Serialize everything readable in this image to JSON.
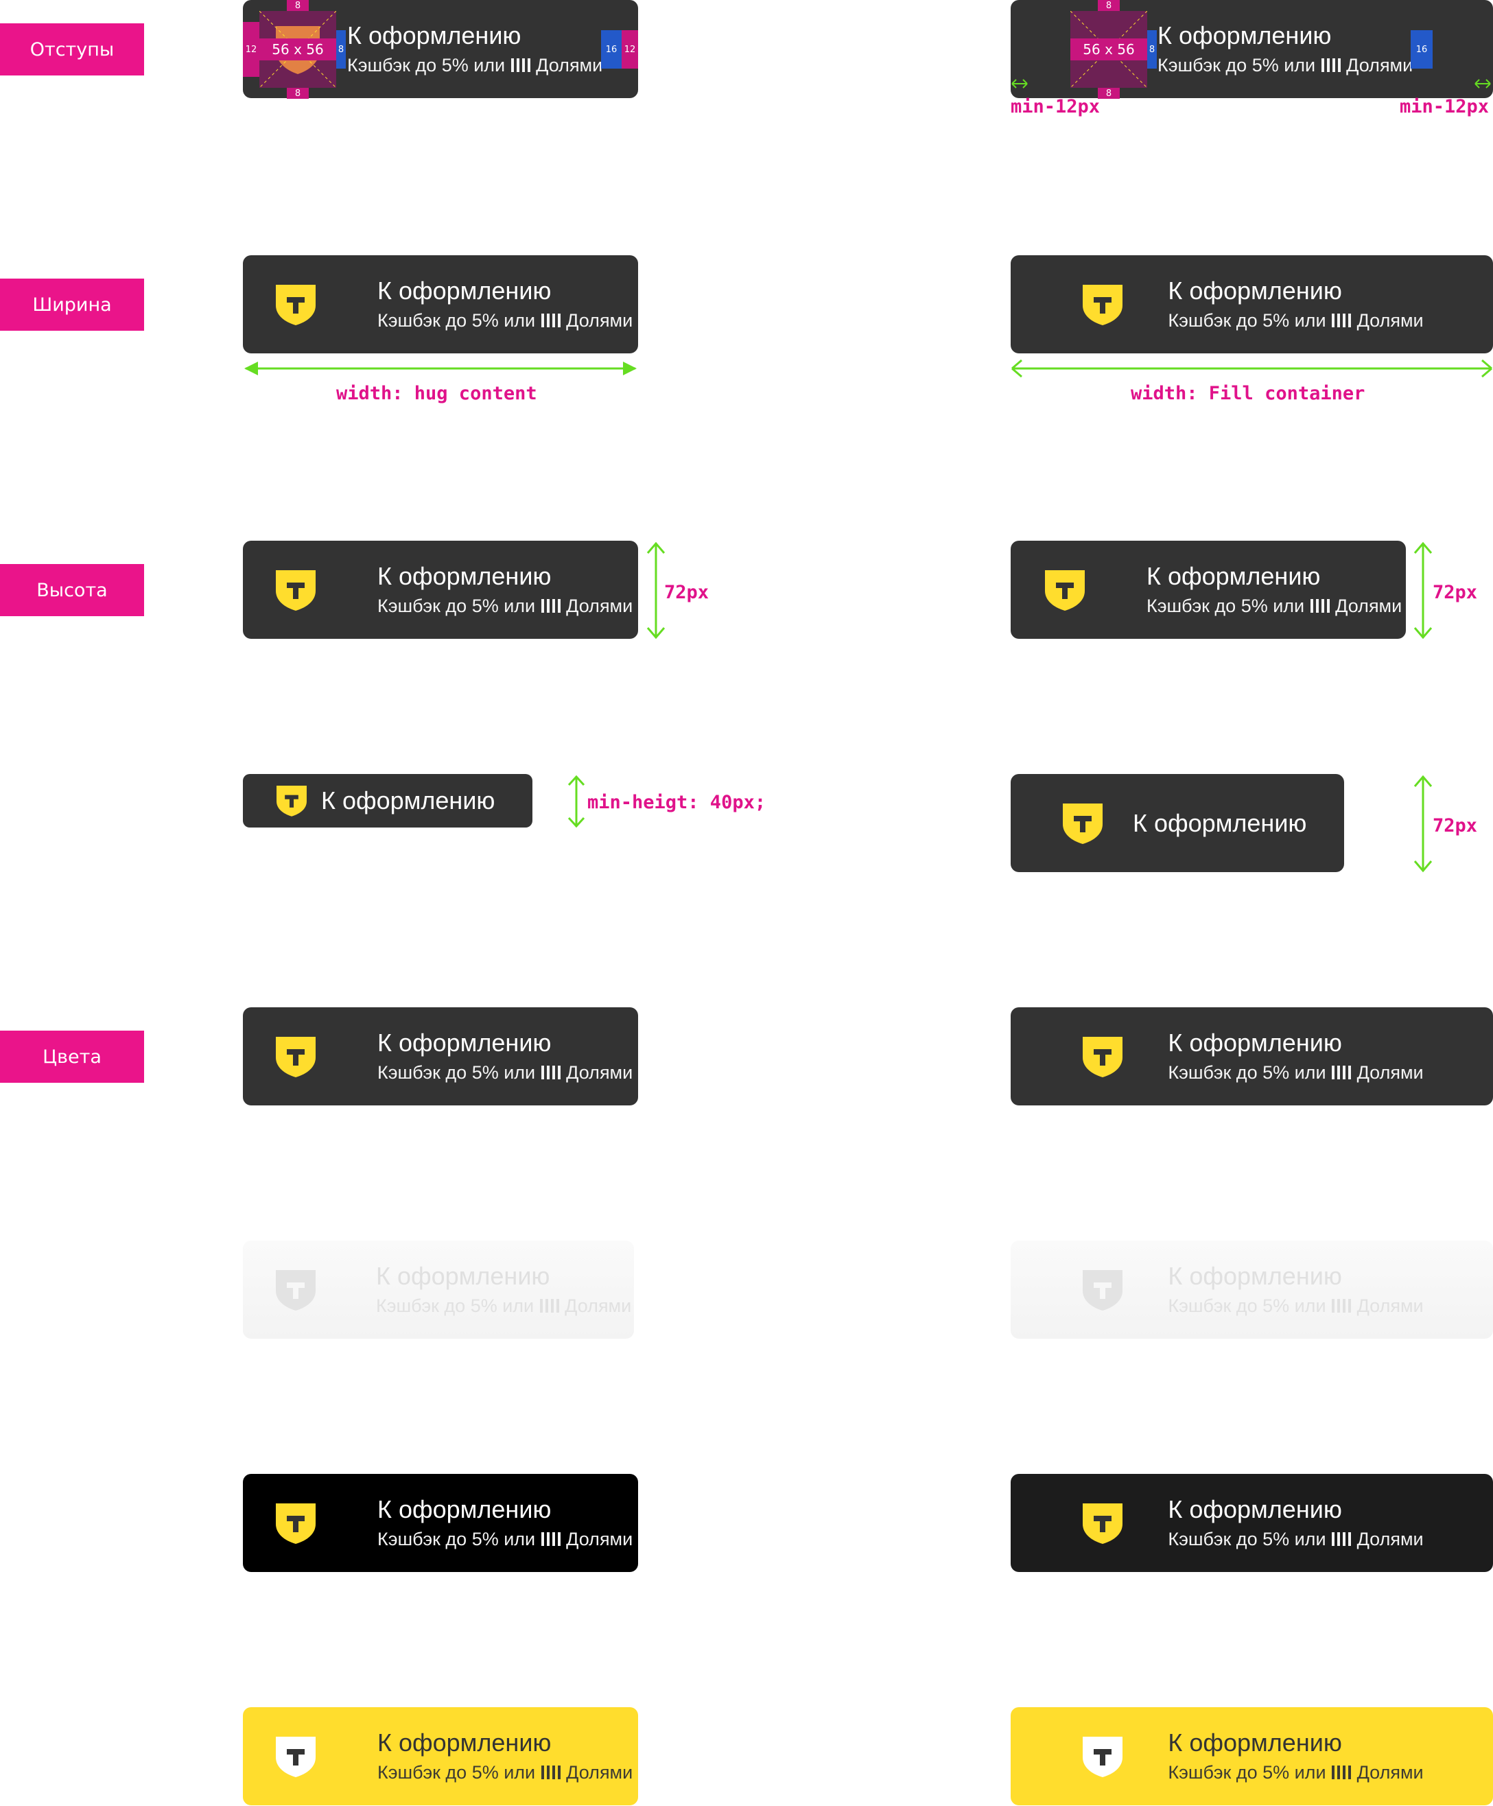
{
  "sections": {
    "padding": "Отступы",
    "width": "Ширина",
    "height": "Высота",
    "colors": "Цвета"
  },
  "button": {
    "title": "К оформлению",
    "subtitle": "Кэшбэк до 5% или",
    "subtitle_suffix": "Долями",
    "logo_letter": "Т"
  },
  "annotations": {
    "pad_left": "12",
    "pad_right": "12",
    "pad_gap": "8",
    "pad_top": "8",
    "pad_bottom": "8",
    "pad_right_fill": "16",
    "logo_size": "56 x 56",
    "min_left": "min-12px",
    "min_right": "min-12px",
    "width_hug": "width: hug content",
    "width_fill": "width: Fill container",
    "height_72": "72px",
    "min_height": "min-heigt: 40px;"
  },
  "colors": {
    "tag": "#ea148a",
    "dark": "#333333",
    "black": "#000000",
    "dark2": "#1c1c1c",
    "yellow": "#ffdd2d",
    "arrow_green": "#66dd22",
    "annotation_pink": "#e0128a"
  }
}
